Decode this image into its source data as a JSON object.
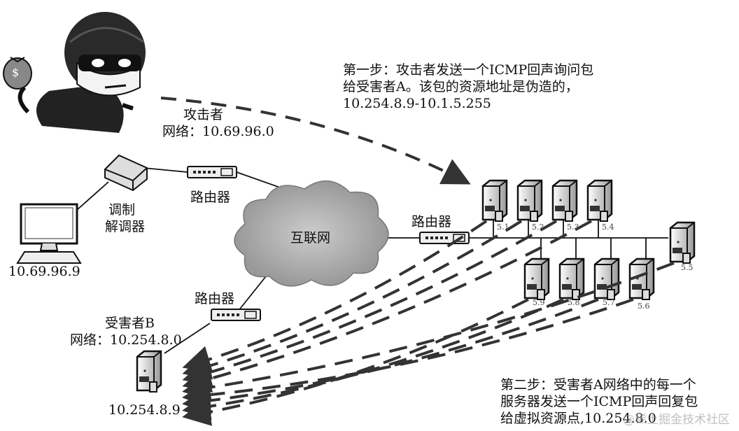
{
  "step1": {
    "lines": [
      "第一步：攻击者发送一个ICMP回声询问包",
      "给受害者A。该包的资源地址是伪造的，",
      "10.254.8.9-10.1.5.255"
    ]
  },
  "step2": {
    "lines": [
      "第二步：受害者A网络中的每一个",
      "服务器发送一个ICMP回声回复包",
      "给虚拟资源点,10.254.8.0"
    ]
  },
  "attacker": {
    "title": "攻击者",
    "network": "网络：10.69.96.0",
    "bag_symbol": "$"
  },
  "modem": {
    "line1": "调制",
    "line2": "解调器"
  },
  "computer": {
    "ip": "10.69.96.9"
  },
  "routers": {
    "r1": "路由器",
    "r2": "路由器",
    "r3": "路由器"
  },
  "internet": "互联网",
  "victim_b": {
    "title": "受害者B",
    "network": "网络：10.254.8.0",
    "ip": "10.254.8.9"
  },
  "servers": [
    "5.1",
    "5.2",
    "5.3",
    "5.4",
    "5.5",
    "5.6",
    "5.7",
    "5.8",
    "5.9"
  ],
  "watermark": "@稀土掘金技术社区"
}
